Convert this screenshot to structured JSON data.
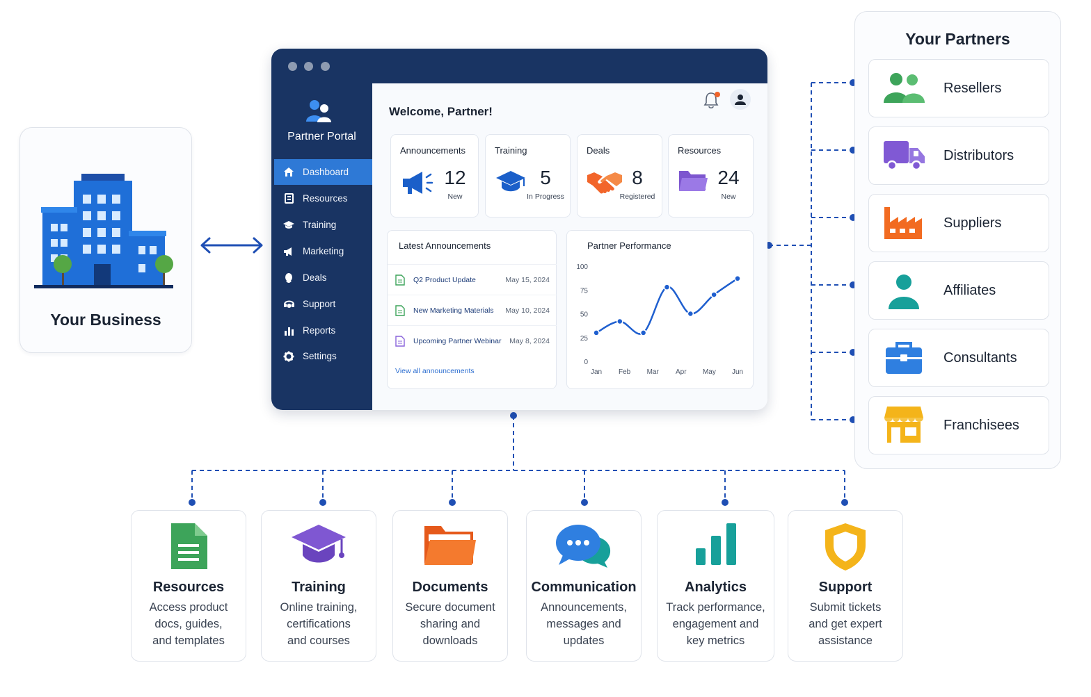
{
  "business": {
    "label": "Your Business"
  },
  "portal": {
    "brand": "Partner Portal",
    "welcome": "Welcome, Partner!",
    "nav": [
      {
        "label": "Dashboard",
        "icon": "home-icon",
        "active": true
      },
      {
        "label": "Resources",
        "icon": "document-icon"
      },
      {
        "label": "Training",
        "icon": "graduation-cap-icon"
      },
      {
        "label": "Marketing",
        "icon": "megaphone-icon"
      },
      {
        "label": "Deals",
        "icon": "deal-icon"
      },
      {
        "label": "Support",
        "icon": "support-icon"
      },
      {
        "label": "Reports",
        "icon": "bar-chart-icon"
      },
      {
        "label": "Settings",
        "icon": "gear-icon"
      }
    ],
    "stats": [
      {
        "title": "Announcements",
        "value": "12",
        "sub": "New",
        "icon": "megaphone-icon"
      },
      {
        "title": "Training",
        "value": "5",
        "sub": "In Progress",
        "icon": "graduation-cap-icon"
      },
      {
        "title": "Deals",
        "value": "8",
        "sub": "Registered",
        "icon": "handshake-icon"
      },
      {
        "title": "Resources",
        "value": "24",
        "sub": "New",
        "icon": "folder-icon"
      }
    ],
    "announcements": {
      "title": "Latest Announcements",
      "items": [
        {
          "title": "Q2 Product Update",
          "date": "May 15, 2024"
        },
        {
          "title": "New Marketing Materials",
          "date": "May 10, 2024"
        },
        {
          "title": "Upcoming Partner Webinar",
          "date": "May 8, 2024"
        }
      ],
      "link": "View all announcements"
    },
    "performance": {
      "title": "Partner Performance"
    }
  },
  "partners": {
    "title": "Your Partners",
    "items": [
      {
        "label": "Resellers",
        "icon": "people-icon",
        "color": "#3da45a"
      },
      {
        "label": "Distributors",
        "icon": "truck-icon",
        "color": "#8059d4"
      },
      {
        "label": "Suppliers",
        "icon": "factory-icon",
        "color": "#f26b21"
      },
      {
        "label": "Affiliates",
        "icon": "person-icon",
        "color": "#17a09a"
      },
      {
        "label": "Consultants",
        "icon": "briefcase-icon",
        "color": "#2f7fe0"
      },
      {
        "label": "Franchisees",
        "icon": "storefront-icon",
        "color": "#f4b41a"
      }
    ]
  },
  "features": [
    {
      "title": "Resources",
      "desc": [
        "Access product",
        "docs, guides,",
        "and templates"
      ],
      "icon": "document-icon",
      "color": "#3da45a"
    },
    {
      "title": "Training",
      "desc": [
        "Online training,",
        "certifications",
        "and courses"
      ],
      "icon": "graduation-cap-icon",
      "color": "#7f57d2"
    },
    {
      "title": "Documents",
      "desc": [
        "Secure document",
        "sharing and",
        "downloads"
      ],
      "icon": "folder-icon",
      "color": "#f26b21"
    },
    {
      "title": "Communication",
      "desc": [
        "Announcements,",
        "messages and",
        "updates"
      ],
      "icon": "chat-bubbles-icon",
      "color": "#2f7fe0"
    },
    {
      "title": "Analytics",
      "desc": [
        "Track performance,",
        "engagement and",
        "key metrics"
      ],
      "icon": "bar-chart-icon",
      "color": "#17a09a"
    },
    {
      "title": "Support",
      "desc": [
        "Submit tickets",
        "and get expert",
        "assistance"
      ],
      "icon": "shield-icon",
      "color": "#f4b41a"
    }
  ],
  "colors": {
    "navy": "#193463",
    "accent": "#2e79d6",
    "connector": "#1f4fb4"
  },
  "chart_data": {
    "type": "line",
    "title": "Partner Performance",
    "xlabel": "",
    "ylabel": "",
    "categories": [
      "Jan",
      "Feb",
      "Mar",
      "Apr",
      "May",
      "Jun"
    ],
    "x": [
      "Jan",
      "Jan/Feb",
      "Feb/Mar",
      "Mar/Apr",
      "Apr",
      "May/Jun",
      "Jun"
    ],
    "values": [
      30,
      42,
      30,
      78,
      50,
      70,
      87
    ],
    "ylim": [
      0,
      100
    ],
    "yticks": [
      0,
      25,
      50,
      75,
      100
    ],
    "grid": false,
    "series": [
      {
        "values": [
          30,
          42,
          30,
          78,
          50,
          70,
          87
        ]
      }
    ]
  }
}
